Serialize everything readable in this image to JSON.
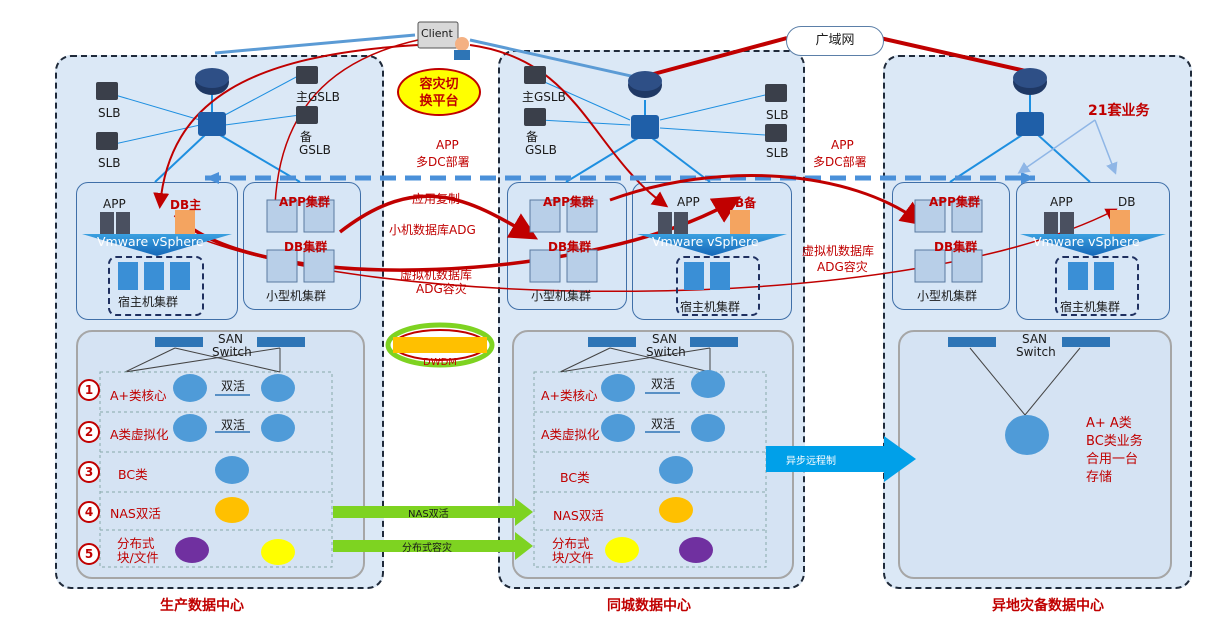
{
  "client_label": "Client",
  "wan_label": "广域网",
  "dr_platform": "容灾切\n换平台",
  "business_count": "21套业务",
  "datacenters": {
    "prod": "生产数据中心",
    "same_city": "同城数据中心",
    "remote": "异地灾备数据中心"
  },
  "network": {
    "slb": "SLB",
    "main_gslb": "主GSLB",
    "backup_gslb_a": "备",
    "backup_gslb_b": "GSLB"
  },
  "compute": {
    "app": "APP",
    "db_main": "DB主",
    "db_backup": "DB备",
    "db": "DB",
    "vmware": "Vmware vSphere",
    "host_cluster": "宿主机集群",
    "small_cluster": "小型机集群",
    "app_cluster": "APP集群",
    "db_cluster": "DB集群"
  },
  "annotations": {
    "app_multi_dc_1": "APP",
    "app_multi_dc_2": "多DC部署",
    "app_replication": "应用复制",
    "small_db_adg": "小机数据库ADG",
    "virtual_db_adg_1": "虚拟机数据库",
    "virtual_db_adg_2": "ADG容灾",
    "dwdm": "DWDM",
    "async_replication": "异步远程制",
    "nas_active": "NAS双活",
    "distributed_dr": "分布式容灾"
  },
  "storage": {
    "san_switch_1": "SAN",
    "san_switch_2": "Switch",
    "active_active": "双活",
    "rows": [
      {
        "num": "1",
        "label": "A+类核心"
      },
      {
        "num": "2",
        "label": "A类虚拟化"
      },
      {
        "num": "3",
        "label": "BC类"
      },
      {
        "num": "4",
        "label": "NAS双活"
      },
      {
        "num": "5",
        "label": "分布式\n块/文件"
      }
    ],
    "remote_text": [
      "A+ A类",
      "BC类业务",
      "合用一台",
      "存储"
    ]
  },
  "colors": {
    "red": "#c00000",
    "blue_line": "#1e8fe0",
    "dashed_blue": "#4a90d9",
    "green_arrow": "#7ed321",
    "disk_blue": "#4f9bd8",
    "disk_yellow": "#ffc000",
    "disk_purple": "#7030a0"
  }
}
